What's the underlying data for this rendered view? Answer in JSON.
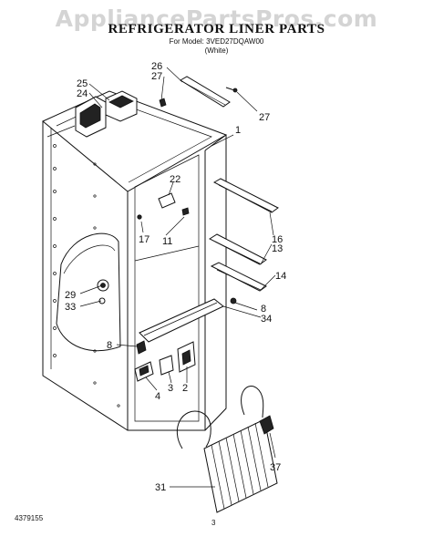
{
  "watermark": "AppliancePartsPros.com",
  "title": "REFRIGERATOR LINER PARTS",
  "model_line": "For Model: 3VED27DQAW00",
  "color_line": "(White)",
  "footer_code": "4379155",
  "page_number": "3",
  "callouts": {
    "c25": "25",
    "c24": "24",
    "c26": "26",
    "c27a": "27",
    "c27b": "27",
    "c1": "1",
    "c22": "22",
    "c17": "17",
    "c11": "11",
    "c16": "16",
    "c13": "13",
    "c14": "14",
    "c29": "29",
    "c33": "33",
    "c8a": "8",
    "c34": "34",
    "c8b": "8",
    "c3": "3",
    "c2": "2",
    "c4": "4",
    "c31": "31",
    "c37": "37"
  }
}
